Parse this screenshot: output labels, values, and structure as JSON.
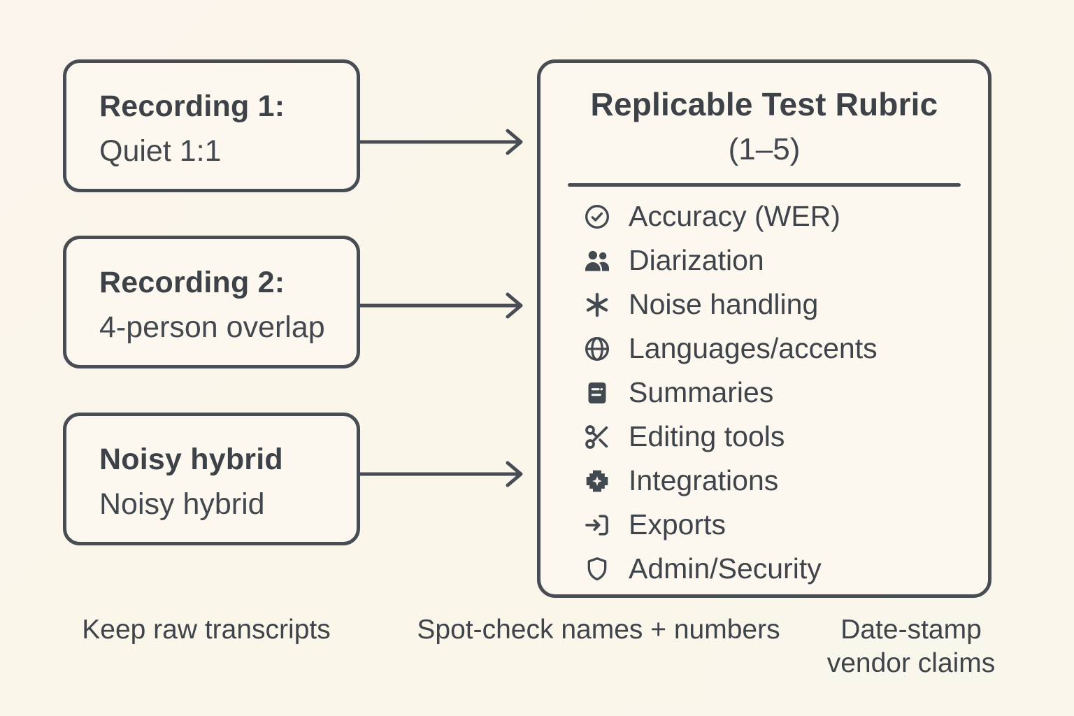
{
  "palette": {
    "background": "#faf6ec",
    "panel_fill": "#fcf8f0",
    "ink": "#484d54",
    "text": "#3f444b"
  },
  "sources": [
    {
      "title": "Recording 1:",
      "subtitle": "Quiet 1:1"
    },
    {
      "title": "Recording 2:",
      "subtitle": "4-person overlap"
    },
    {
      "title": "Noisy hybrid",
      "subtitle": "Noisy hybrid"
    }
  ],
  "rubric": {
    "title": "Replicable Test Rubric",
    "subtitle": "(1–5)",
    "items": [
      {
        "icon": "check-circle-icon",
        "label": "Accuracy (WER)"
      },
      {
        "icon": "people-icon",
        "label": "Diarization"
      },
      {
        "icon": "asterisk-icon",
        "label": "Noise handling"
      },
      {
        "icon": "globe-icon",
        "label": "Languages/accents"
      },
      {
        "icon": "document-icon",
        "label": "Summaries"
      },
      {
        "icon": "scissors-icon",
        "label": "Editing tools"
      },
      {
        "icon": "puzzle-icon",
        "label": "Integrations"
      },
      {
        "icon": "export-icon",
        "label": "Exports"
      },
      {
        "icon": "shield-icon",
        "label": "Admin/Security"
      }
    ]
  },
  "footnotes": [
    "Keep raw transcripts",
    "Spot-check names + numbers",
    "Date-stamp vendor claims"
  ]
}
